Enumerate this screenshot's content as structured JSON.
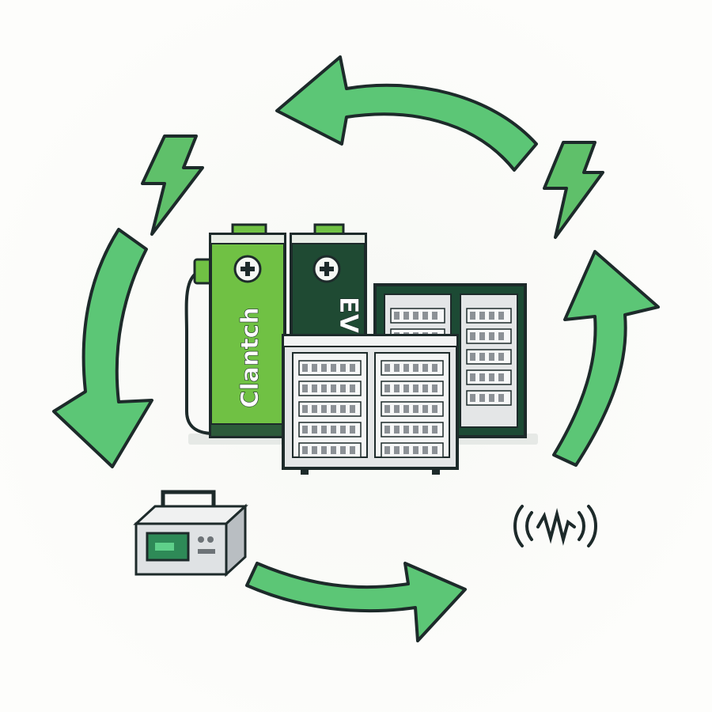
{
  "labels": {
    "battery_left": "Clantch",
    "battery_right": "EV"
  },
  "icons": [
    "cycle-arrow-top",
    "cycle-arrow-right",
    "cycle-arrow-bottom",
    "cycle-arrow-left",
    "lightning-bolt-left",
    "lightning-bolt-right",
    "plus-icon",
    "server-rack",
    "portable-power-box",
    "signal-wave-icon"
  ],
  "colors": {
    "arrow_green": "#5cc676",
    "battery_light_green": "#70c144",
    "battery_dark_green": "#1f4a33",
    "rack_dark": "#1c4a34",
    "rack_light": "#e4e6e7",
    "outline": "#1d2a2a",
    "background": "#fdfdfb"
  }
}
